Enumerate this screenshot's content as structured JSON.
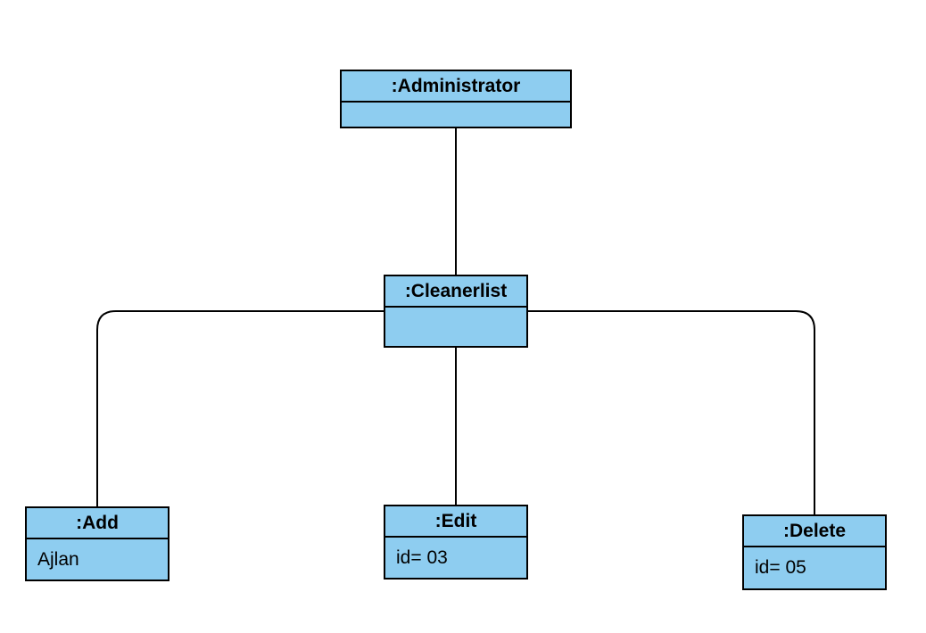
{
  "diagram": {
    "fill_color": "#8ecdf0",
    "border_color": "#000000",
    "line_color": "#000000",
    "objects": {
      "administrator": {
        "name": ":Administrator",
        "attribute": ""
      },
      "cleanerlist": {
        "name": ":Cleanerlist",
        "attribute": ""
      },
      "add": {
        "name": ":Add",
        "attribute": "Ajlan"
      },
      "edit": {
        "name": ":Edit",
        "attribute": "id= 03"
      },
      "delete": {
        "name": ":Delete",
        "attribute": "id= 05"
      }
    },
    "links": [
      {
        "from": "administrator",
        "to": "cleanerlist"
      },
      {
        "from": "cleanerlist",
        "to": "add"
      },
      {
        "from": "cleanerlist",
        "to": "edit"
      },
      {
        "from": "cleanerlist",
        "to": "delete"
      }
    ]
  }
}
